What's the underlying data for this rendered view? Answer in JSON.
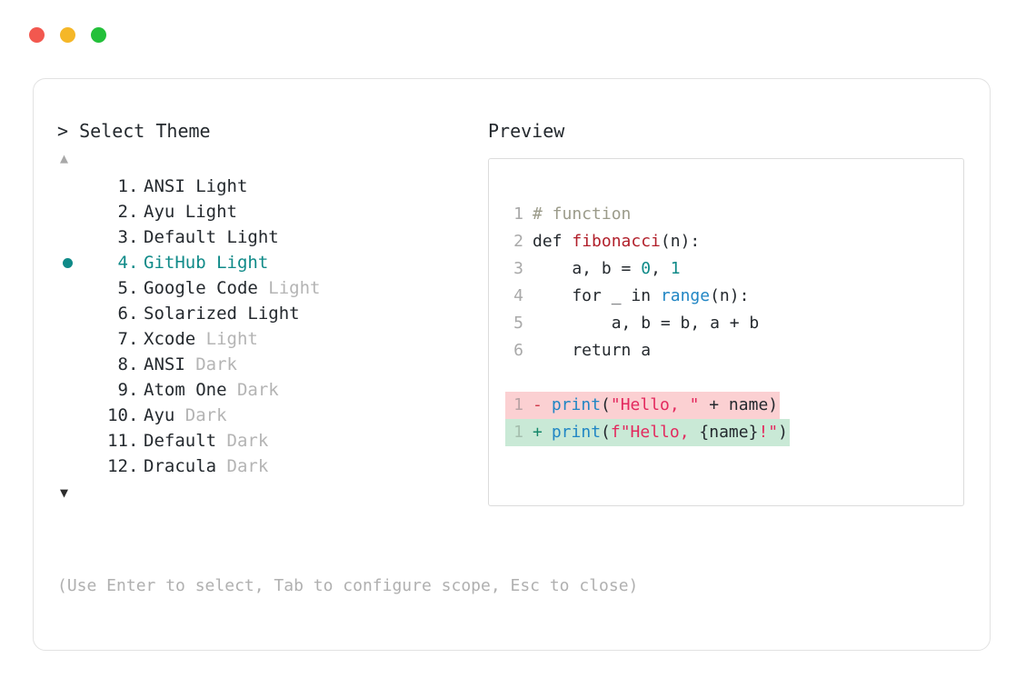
{
  "window": {
    "controls": [
      {
        "name": "close",
        "color": "#f2584f"
      },
      {
        "name": "minimize",
        "color": "#f5b728"
      },
      {
        "name": "maximize",
        "color": "#23c03a"
      }
    ]
  },
  "prompt": {
    "title": "> Select Theme",
    "preview_label": "Preview",
    "scroll_up": "▲",
    "scroll_down": "▼",
    "hint": "(Use Enter to select, Tab to configure scope, Esc to close)"
  },
  "accent": {
    "selected": "#0f8a88",
    "muted": "#b4b4b4",
    "text": "#24292e"
  },
  "themes": [
    {
      "index": "1.",
      "name": "ANSI",
      "variant": "Light",
      "variant_muted": false,
      "selected": false
    },
    {
      "index": "2.",
      "name": "Ayu",
      "variant": "Light",
      "variant_muted": false,
      "selected": false
    },
    {
      "index": "3.",
      "name": "Default",
      "variant": "Light",
      "variant_muted": false,
      "selected": false
    },
    {
      "index": "4.",
      "name": "GitHub",
      "variant": "Light",
      "variant_muted": false,
      "selected": true
    },
    {
      "index": "5.",
      "name": "Google Code",
      "variant": "Light",
      "variant_muted": true,
      "selected": false
    },
    {
      "index": "6.",
      "name": "Solarized",
      "variant": "Light",
      "variant_muted": false,
      "selected": false
    },
    {
      "index": "7.",
      "name": "Xcode",
      "variant": "Light",
      "variant_muted": true,
      "selected": false
    },
    {
      "index": "8.",
      "name": "ANSI",
      "variant": "Dark",
      "variant_muted": true,
      "selected": false
    },
    {
      "index": "9.",
      "name": "Atom One",
      "variant": "Dark",
      "variant_muted": true,
      "selected": false
    },
    {
      "index": "10.",
      "name": "Ayu",
      "variant": "Dark",
      "variant_muted": true,
      "selected": false
    },
    {
      "index": "11.",
      "name": "Default",
      "variant": "Dark",
      "variant_muted": true,
      "selected": false
    },
    {
      "index": "12.",
      "name": "Dracula",
      "variant": "Dark",
      "variant_muted": true,
      "selected": false
    }
  ],
  "preview": {
    "code_lines": [
      {
        "ln": "1",
        "tokens": [
          {
            "t": "# function",
            "c": "comment"
          }
        ]
      },
      {
        "ln": "2",
        "tokens": [
          {
            "t": "def ",
            "c": "kw"
          },
          {
            "t": "fibonacci",
            "c": "fn"
          },
          {
            "t": "(n):",
            "c": "plain"
          }
        ]
      },
      {
        "ln": "3",
        "tokens": [
          {
            "t": "    a, b = ",
            "c": "plain"
          },
          {
            "t": "0",
            "c": "num"
          },
          {
            "t": ", ",
            "c": "plain"
          },
          {
            "t": "1",
            "c": "num"
          }
        ]
      },
      {
        "ln": "4",
        "tokens": [
          {
            "t": "    for _ in ",
            "c": "plain"
          },
          {
            "t": "range",
            "c": "builtin"
          },
          {
            "t": "(n):",
            "c": "plain"
          }
        ]
      },
      {
        "ln": "5",
        "tokens": [
          {
            "t": "        a, b = b, a + b",
            "c": "plain"
          }
        ]
      },
      {
        "ln": "6",
        "tokens": [
          {
            "t": "    return a",
            "c": "plain"
          }
        ]
      }
    ],
    "diff_lines": [
      {
        "ln": "1",
        "sign": "-",
        "kind": "del",
        "tokens": [
          {
            "t": "print",
            "c": "builtin"
          },
          {
            "t": "(",
            "c": "plain"
          },
          {
            "t": "\"Hello, \"",
            "c": "str"
          },
          {
            "t": " + name)",
            "c": "plain"
          }
        ]
      },
      {
        "ln": "1",
        "sign": "+",
        "kind": "add",
        "tokens": [
          {
            "t": "print",
            "c": "builtin"
          },
          {
            "t": "(",
            "c": "plain"
          },
          {
            "t": "f\"Hello, ",
            "c": "str"
          },
          {
            "t": "{name}",
            "c": "plain"
          },
          {
            "t": "!\"",
            "c": "str"
          },
          {
            "t": ")",
            "c": "plain"
          }
        ]
      }
    ]
  }
}
